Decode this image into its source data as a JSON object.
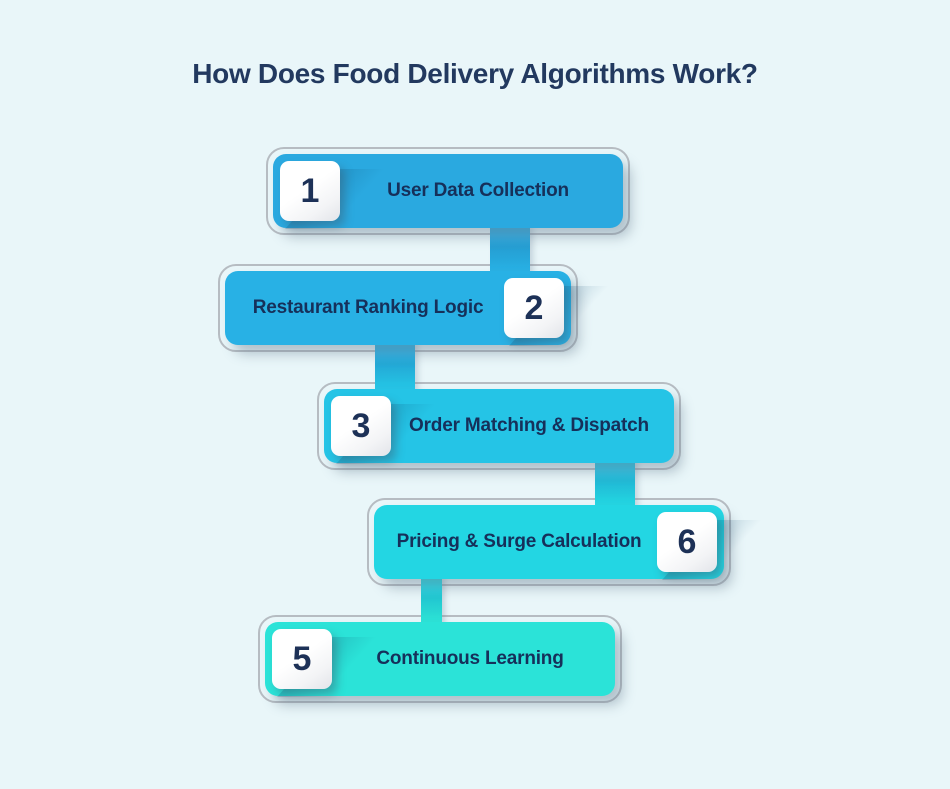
{
  "title": {
    "text": "How Does Food Delivery Algorithms Work?"
  },
  "colors": {
    "background": "#e9f6f9",
    "title_text": "#22395f",
    "card_text": "#16305a",
    "badge_number": "#1d3157",
    "outline": "#b6bcc2",
    "badge_face": "#ffffff"
  },
  "steps": [
    {
      "number": "1",
      "label": "User Data Collection",
      "badge_side": "left",
      "color": "#2aa9e0"
    },
    {
      "number": "2",
      "label": "Restaurant Ranking Logic",
      "badge_side": "right",
      "color": "#28b1e5"
    },
    {
      "number": "3",
      "label": "Order Matching & Dispatch",
      "badge_side": "left",
      "color": "#25c4e6"
    },
    {
      "number": "6",
      "label": "Pricing & Surge Calculation",
      "badge_side": "right",
      "color": "#23d6e3"
    },
    {
      "number": "5",
      "label": "Continuous Learning",
      "badge_side": "left",
      "color": "#2be3d8"
    }
  ]
}
